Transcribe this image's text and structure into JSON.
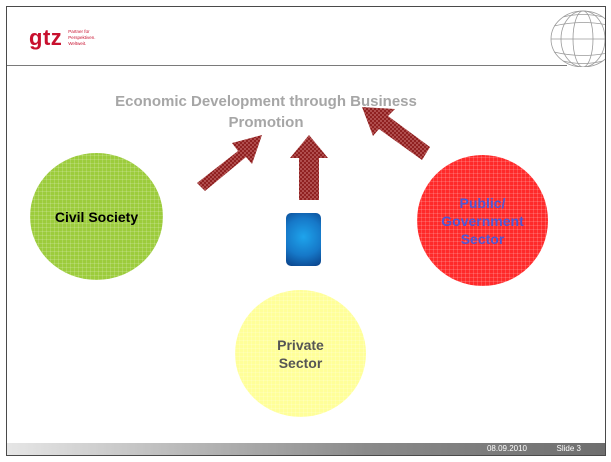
{
  "logo": {
    "word": "gtz",
    "tagline": "Partner für Perspektiven. Weltweit."
  },
  "title": "Economic Development through Business Promotion",
  "nodes": {
    "civil_society": "Civil Society",
    "public_sector": "Public/ Government Sector",
    "private_sector": "Private Sector"
  },
  "footer": {
    "date": "08.09.2010",
    "slide": "Slide 3"
  },
  "colors": {
    "civil_society": "#9ccc3c",
    "public_sector": "#ff2a2a",
    "private_sector": "#ffff99",
    "arrows": "#8b1a1a",
    "center_square": "#1678c8"
  }
}
